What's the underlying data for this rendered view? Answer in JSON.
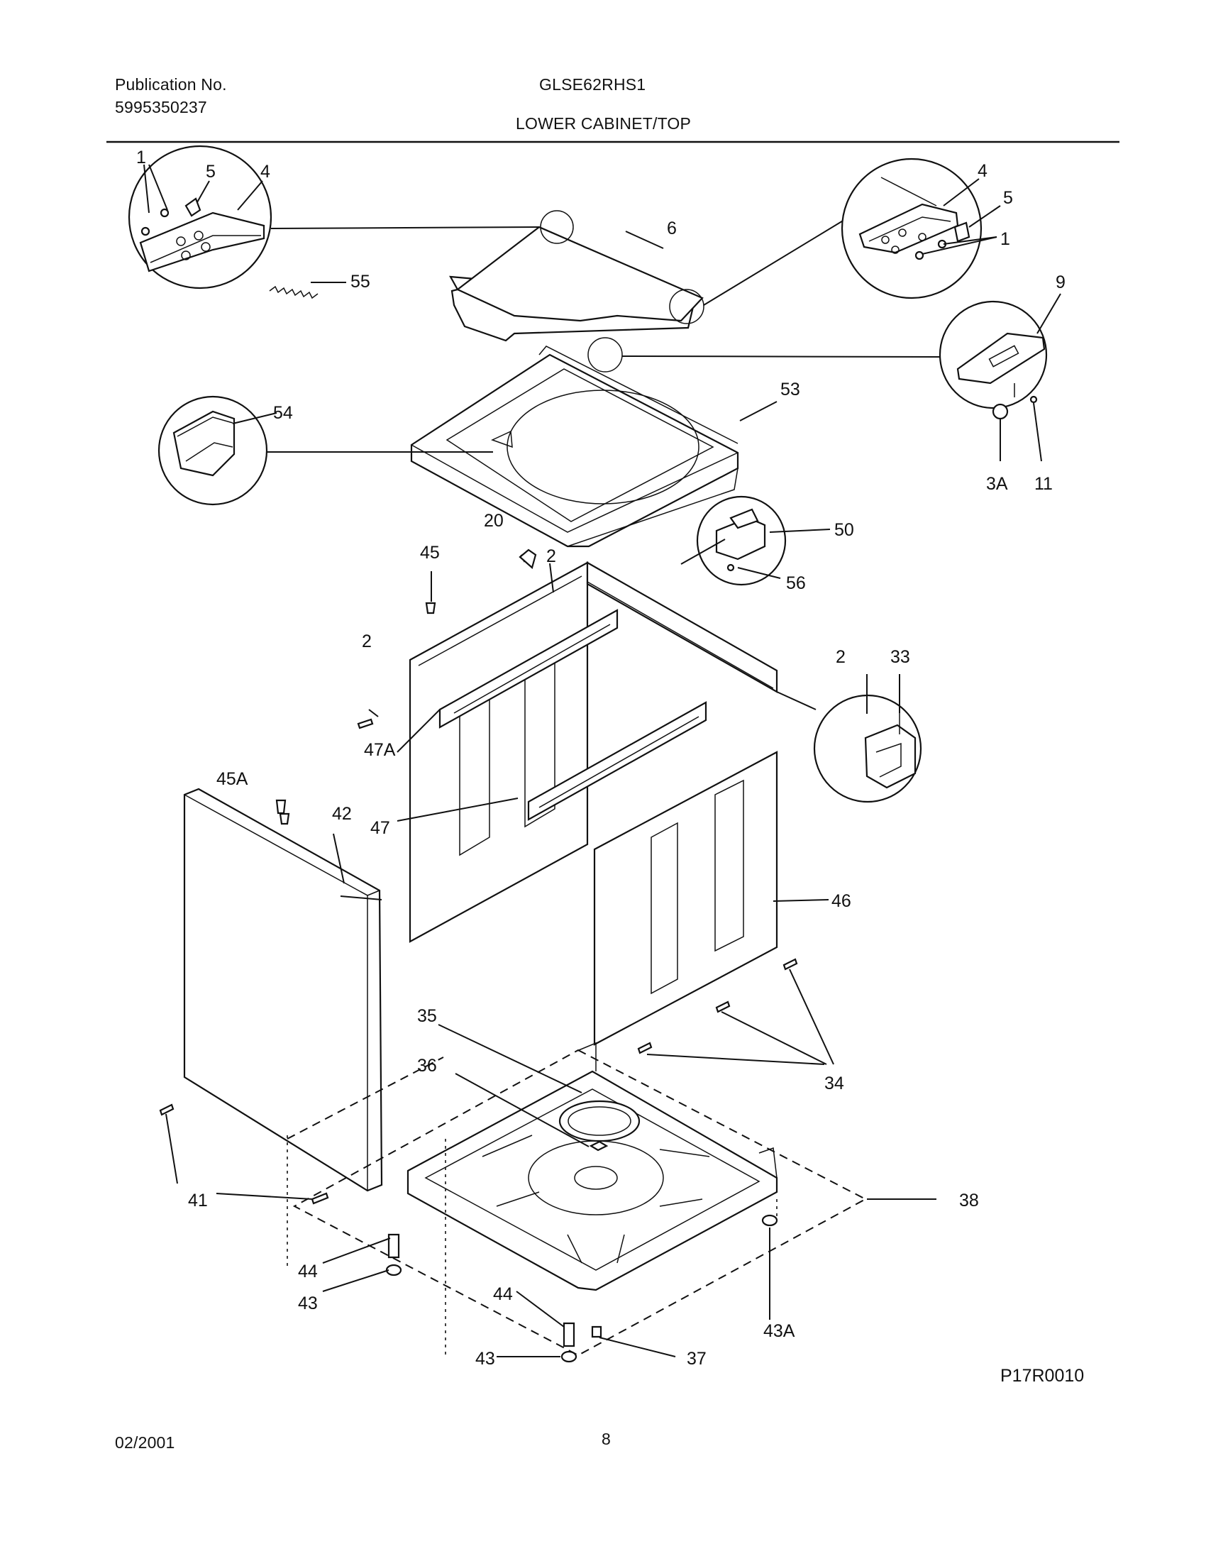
{
  "header": {
    "publication_label": "Publication No.",
    "publication_number": "5995350237",
    "model": "GLSE62RHS1",
    "section_title": "LOWER CABINET/TOP"
  },
  "diagram": {
    "code": "P17R0010",
    "callouts": [
      "1",
      "5",
      "4",
      "55",
      "6",
      "4",
      "5",
      "1",
      "9",
      "3A",
      "11",
      "53",
      "54",
      "20",
      "2",
      "45",
      "50",
      "56",
      "2",
      "33",
      "2",
      "47A",
      "45A",
      "42",
      "47",
      "46",
      "35",
      "36",
      "34",
      "41",
      "38",
      "44",
      "43",
      "44",
      "43",
      "37",
      "43A"
    ]
  },
  "footer": {
    "date": "02/2001",
    "page": "8"
  }
}
